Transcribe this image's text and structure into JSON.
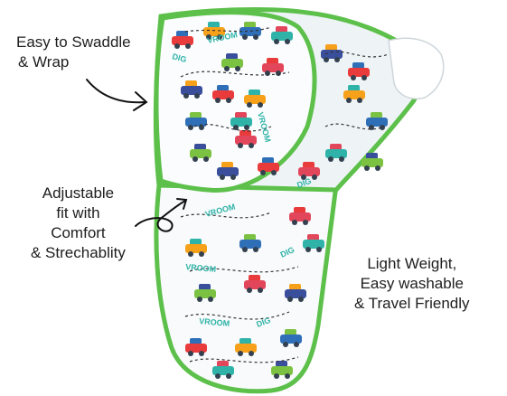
{
  "callouts": {
    "swaddle": [
      "Easy to Swaddle",
      "& Wrap"
    ],
    "adjustable": [
      "Adjustable",
      "fit with",
      "Comfort",
      "& Strechablity"
    ],
    "light": [
      "Light Weight,",
      "Easy washable",
      "& Travel Friendly"
    ]
  },
  "print_words": [
    "VROOM",
    "DIG",
    "VROOM",
    "DIG",
    "VROOM",
    "DIG",
    "VROOM",
    "VROOM",
    "DIG"
  ],
  "colors": {
    "trim": "#5cc04a",
    "fabric": "#f7f9fb",
    "car_colors": [
      "#e93b3b",
      "#f7a11a",
      "#2e6fb8",
      "#2fb3a8",
      "#7cc242",
      "#e2465a",
      "#3a4f9c"
    ]
  }
}
